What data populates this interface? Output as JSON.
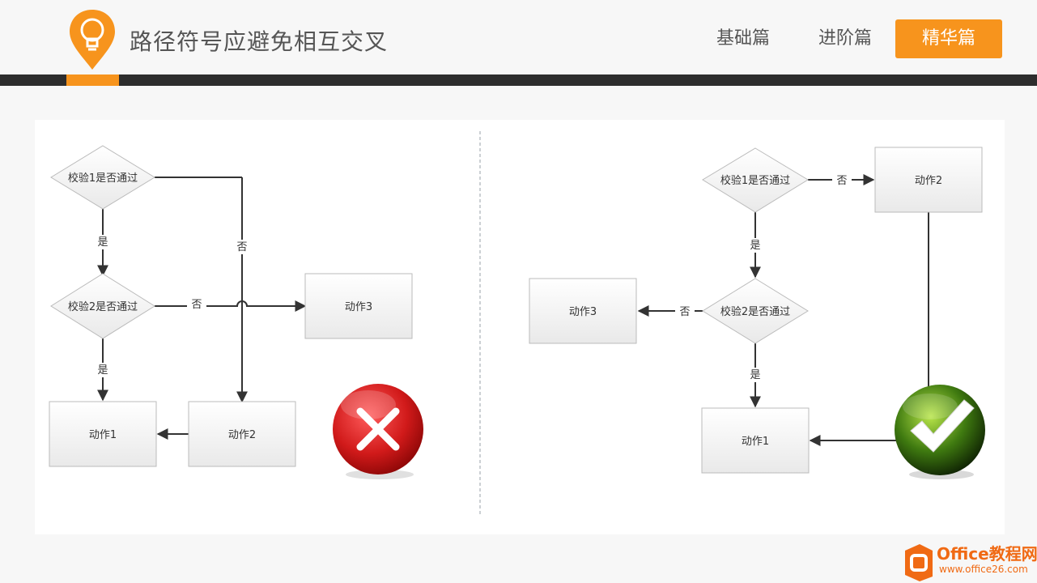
{
  "header": {
    "title": "路径符号应避免相互交叉",
    "nav": [
      "基础篇",
      "进阶篇",
      "精华篇"
    ],
    "active_nav": "精华篇",
    "accent_color": "#f7941d"
  },
  "left_diagram": {
    "decision1": "校验1是否通过",
    "decision2": "校验2是否通过",
    "action1": "动作1",
    "action2": "动作2",
    "action3": "动作3",
    "yes1": "是",
    "yes2": "是",
    "no1": "否",
    "no2": "否",
    "verdict_icon": "wrong-icon"
  },
  "right_diagram": {
    "decision1": "校验1是否通过",
    "decision2": "校验2是否通过",
    "action1": "动作1",
    "action2": "动作2",
    "action3": "动作3",
    "yes1": "是",
    "yes2": "是",
    "no1": "否",
    "no2": "否",
    "verdict_icon": "check-icon"
  },
  "watermark": {
    "brand": "Office教程网",
    "url": "www.office26.com"
  }
}
